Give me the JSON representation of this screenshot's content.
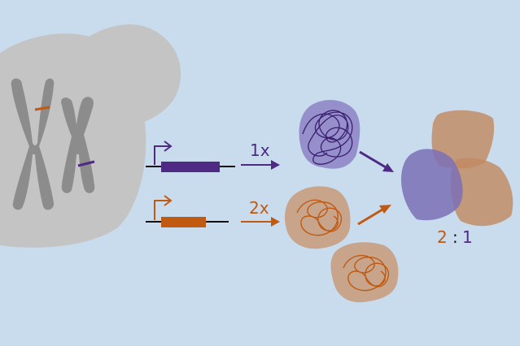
{
  "colors": {
    "background": "#c9dcee",
    "cell": "#c4c4c4",
    "chromosome": "#8c8c8c",
    "purple": "#4e2a84",
    "purple_fill": "#8c83c4",
    "orange": "#c05a12",
    "orange_fill": "#c79a78",
    "black": "#111111"
  },
  "icons": {
    "cell": "cell-shape",
    "chromosomes": "chromosome-pair-icon",
    "promoter": "bent-arrow-icon",
    "protein": "tangled-protein-icon"
  },
  "labels": {
    "purple_dose": "1x",
    "orange_dose": "2x",
    "ratio_left": "2",
    "ratio_sep": ":",
    "ratio_right": "1"
  }
}
